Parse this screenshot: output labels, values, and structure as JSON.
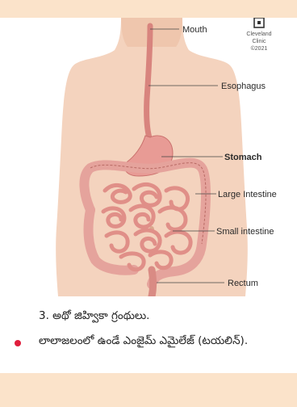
{
  "diagram": {
    "labels": {
      "mouth": "Mouth",
      "esophagus": "Esophagus",
      "stomach": "Stomach",
      "large_intestine": "Large Intestine",
      "small_intestine": "Small intestine",
      "rectum": "Rectum"
    },
    "logo": {
      "line1": "Cleveland",
      "line2": "Clinic",
      "line3": "©2021"
    }
  },
  "text": {
    "numbered_item": "3. అథో జిహ్వికా గ్రంథులు.",
    "bullet_item": "లాలాజలంలో ఉండే ఎంజైమ్ ఎమైలేజ్ (టయలిన్)."
  },
  "colors": {
    "background": "#fbe7d2",
    "panel": "#ffffff",
    "bullet": "#e01e3c",
    "skin": "#f2cdb6",
    "organ_pink": "#e8a09a",
    "organ_dark": "#c9706c"
  }
}
